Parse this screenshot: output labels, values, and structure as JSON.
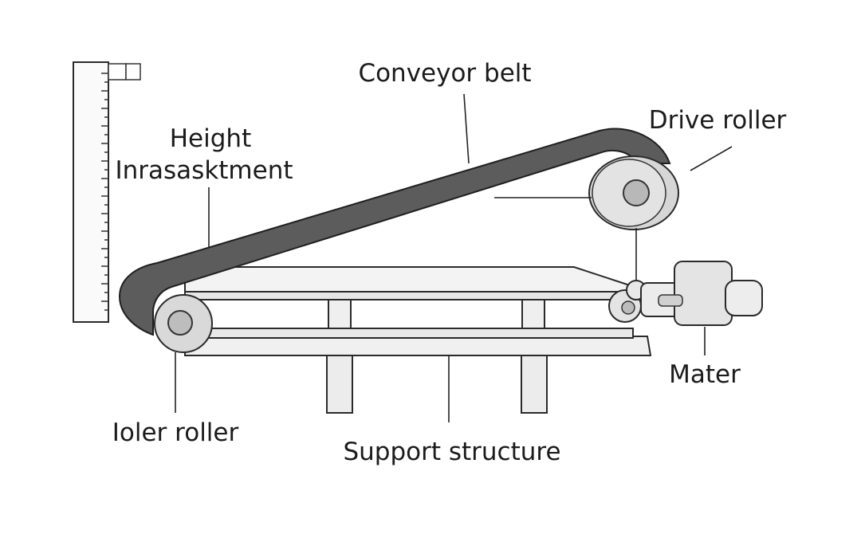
{
  "labels": {
    "conveyor_belt": "Conveyor belt",
    "drive_roller": "Drive roller",
    "height_adjustment_line1": "Height",
    "height_adjustment_line2": "Inrasasktment",
    "motor": "Mater",
    "idler_roller": "Ioler roller",
    "support_structure": "Support structure"
  },
  "colors": {
    "belt": "#5c5c5c",
    "roller": "#d9d9d9",
    "frame": "#f1f1f1",
    "outline": "#2a2a2a",
    "text": "#1b1b1b"
  }
}
